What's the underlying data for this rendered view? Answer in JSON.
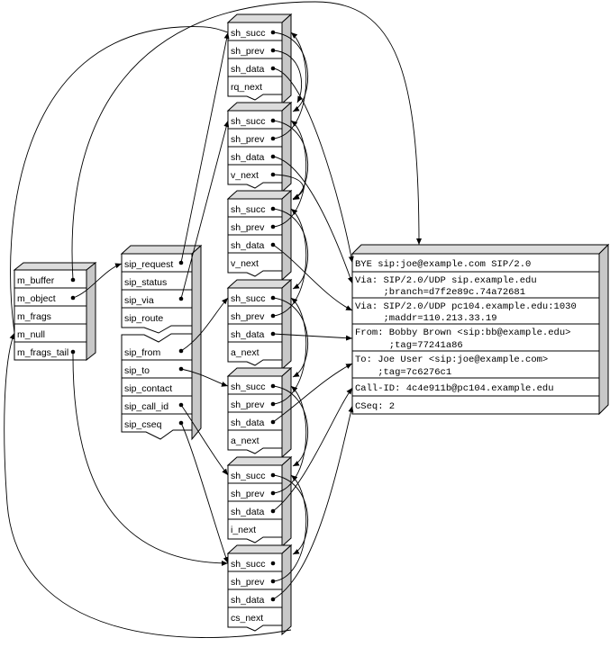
{
  "msg": {
    "fields": [
      "m_buffer",
      "m_object",
      "m_frags",
      "m_null",
      "m_frags_tail"
    ]
  },
  "sip": {
    "fields_top": [
      "sip_request",
      "sip_status",
      "sip_via",
      "sip_route"
    ],
    "fields_bottom": [
      "sip_from",
      "sip_to",
      "sip_contact",
      "sip_call_id",
      "sip_cseq"
    ]
  },
  "headers": [
    {
      "id": "rq",
      "fields": [
        "sh_succ",
        "sh_prev",
        "sh_data",
        "rq_next"
      ]
    },
    {
      "id": "v1",
      "fields": [
        "sh_succ",
        "sh_prev",
        "sh_data",
        "v_next"
      ]
    },
    {
      "id": "v2",
      "fields": [
        "sh_succ",
        "sh_prev",
        "sh_data",
        "v_next"
      ]
    },
    {
      "id": "a1",
      "fields": [
        "sh_succ",
        "sh_prev",
        "sh_data",
        "a_next"
      ]
    },
    {
      "id": "a2",
      "fields": [
        "sh_succ",
        "sh_prev",
        "sh_data",
        "a_next"
      ]
    },
    {
      "id": "i",
      "fields": [
        "sh_succ",
        "sh_prev",
        "sh_data",
        "i_next"
      ]
    },
    {
      "id": "cs",
      "fields": [
        "sh_succ",
        "sh_prev",
        "sh_data",
        "cs_next"
      ]
    }
  ],
  "message": {
    "request_line": "BYE sip:joe@example.com SIP/2.0",
    "via1": [
      "Via: SIP/2.0/UDP sip.example.edu",
      "     ;branch=d7f2e89c.74a72681"
    ],
    "via2": [
      "Via: SIP/2.0/UDP pc104.example.edu:1030",
      "     ;maddr=110.213.33.19"
    ],
    "from": [
      "From: Bobby Brown <sip:bb@example.edu>",
      "      ;tag=77241a86"
    ],
    "to": [
      "To: Joe User <sip:joe@example.com>",
      "    ;tag=7c6276c1"
    ],
    "call_id": "Call-ID: 4c4e911b@pc104.example.edu",
    "cseq": "CSeq: 2"
  }
}
